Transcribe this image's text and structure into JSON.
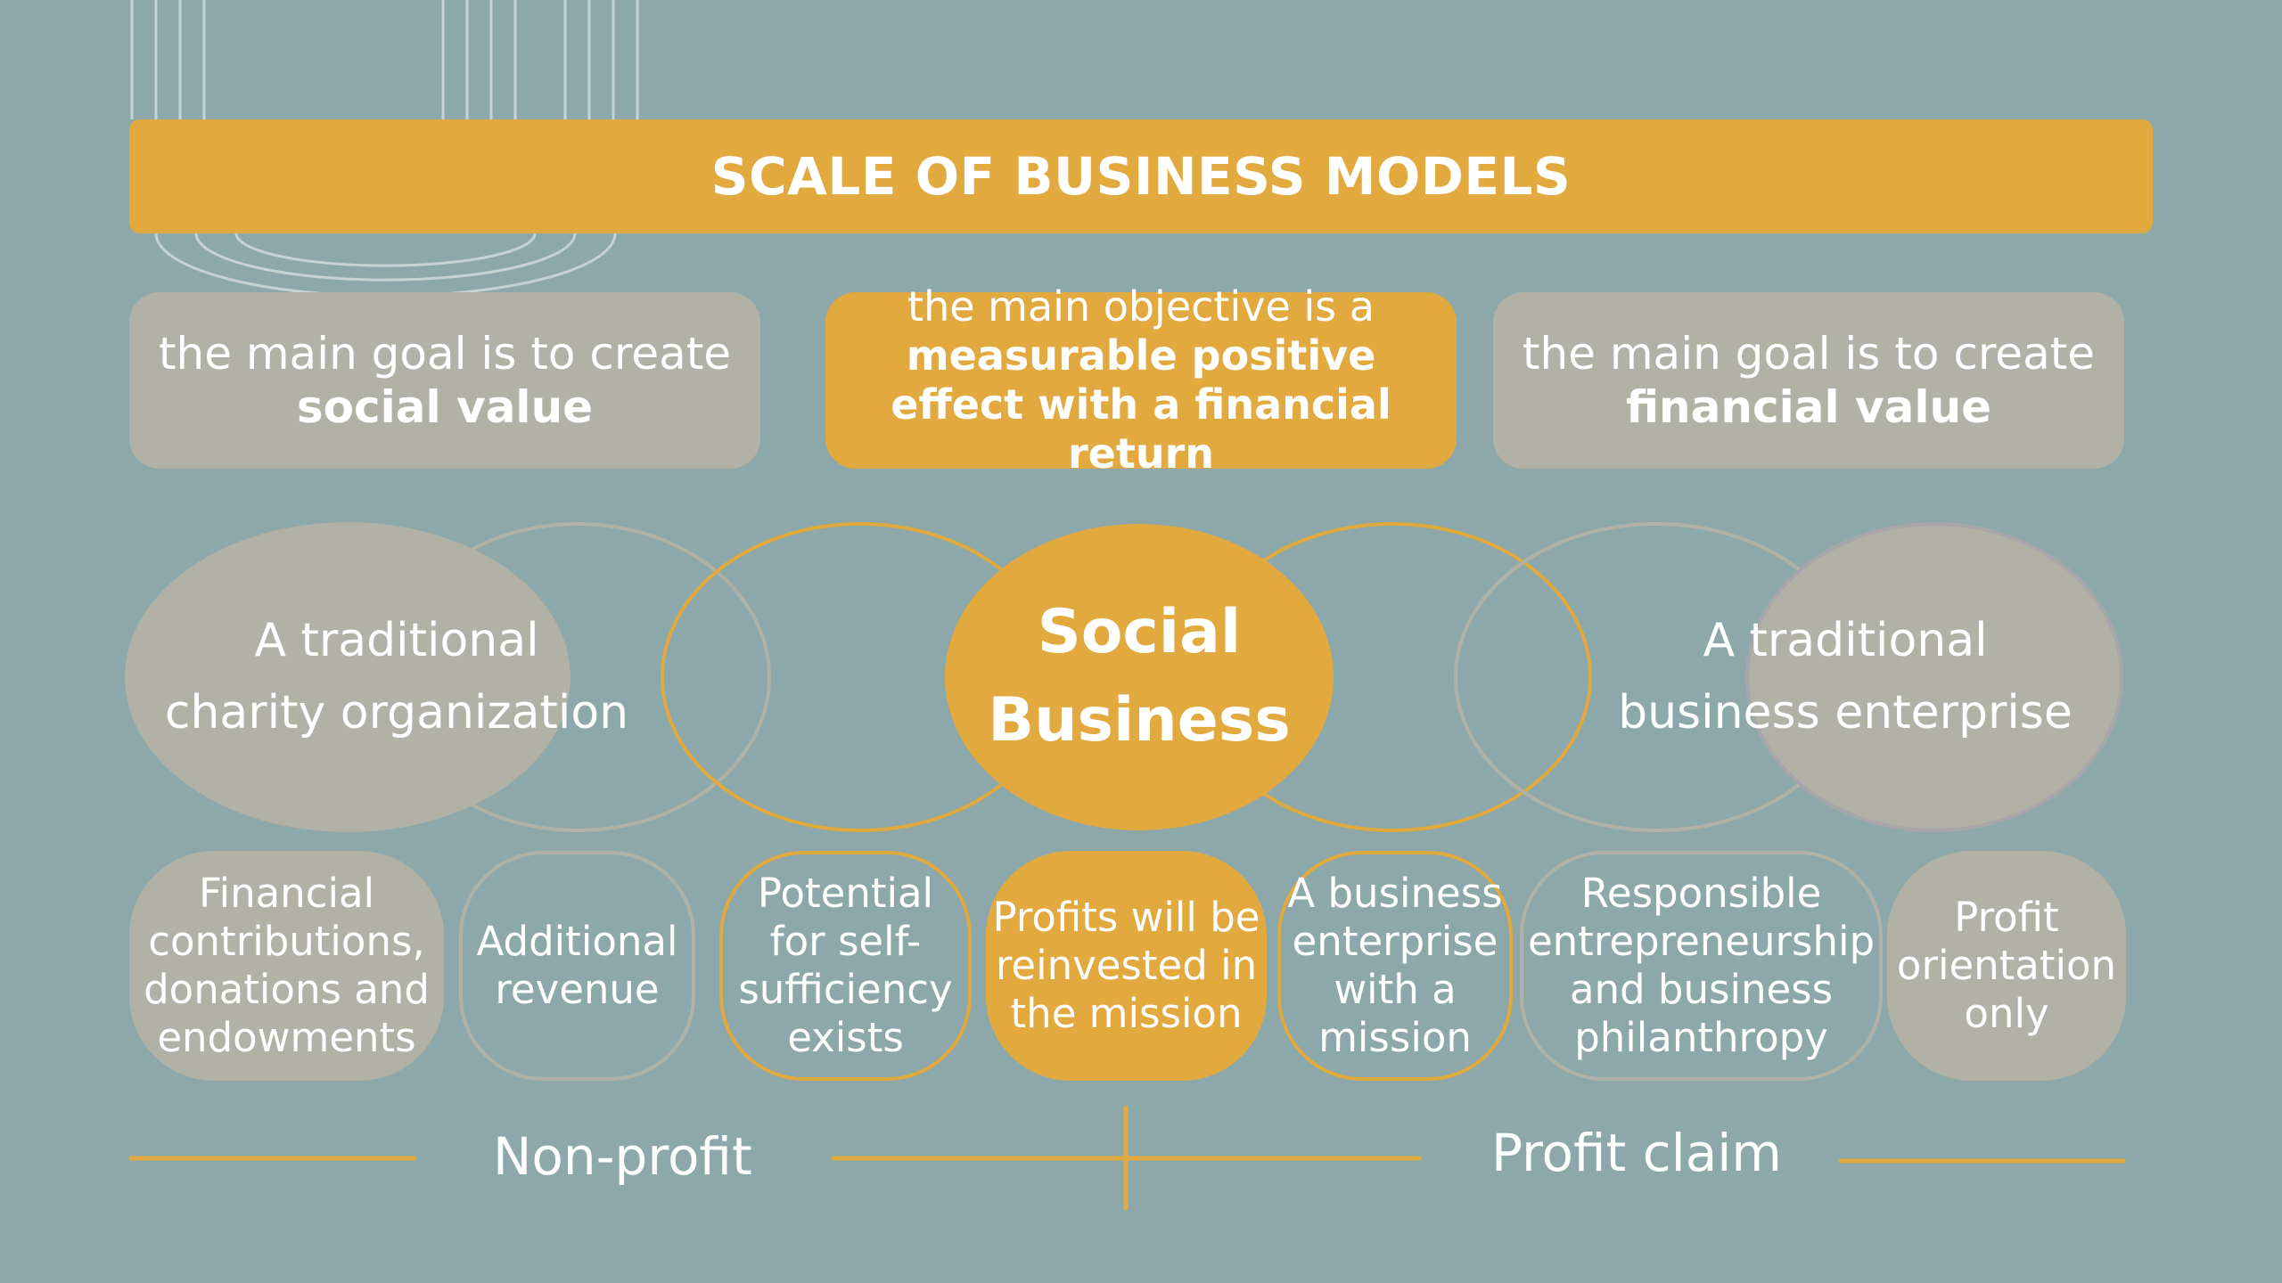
{
  "title": "SCALE OF BUSINESS MODELS",
  "colors": {
    "background": "#8ca8ab",
    "accent": "#e1a93e",
    "neutral": "#b2b1a5",
    "text": "#ffffff"
  },
  "goals": [
    {
      "lead": "the main goal is to create",
      "strong": "social value"
    },
    {
      "lead": "the main objective is a",
      "strong": "measurable positive effect with a financial return"
    },
    {
      "lead": "the main goal is to create",
      "strong": "financial value"
    }
  ],
  "models": {
    "left": {
      "line1": "A traditional",
      "line2": "charity organization"
    },
    "center": {
      "line1": "Social",
      "line2": "Business"
    },
    "right": {
      "line1": "A traditional",
      "line2": "business enterprise"
    }
  },
  "spectrum": [
    {
      "label": "Financial contributions, donations and endowments"
    },
    {
      "label": "Additional revenue"
    },
    {
      "label": "Potential for self-sufficiency exists"
    },
    {
      "label": "Profits will be reinvested in the mission"
    },
    {
      "label": "A business enterprise with a mission"
    },
    {
      "label": "Responsible entrepreneurship and business philanthropy"
    },
    {
      "label": "Profit orientation only"
    }
  ],
  "axis": {
    "left_label": "Non-profit",
    "right_label": "Profit claim"
  }
}
